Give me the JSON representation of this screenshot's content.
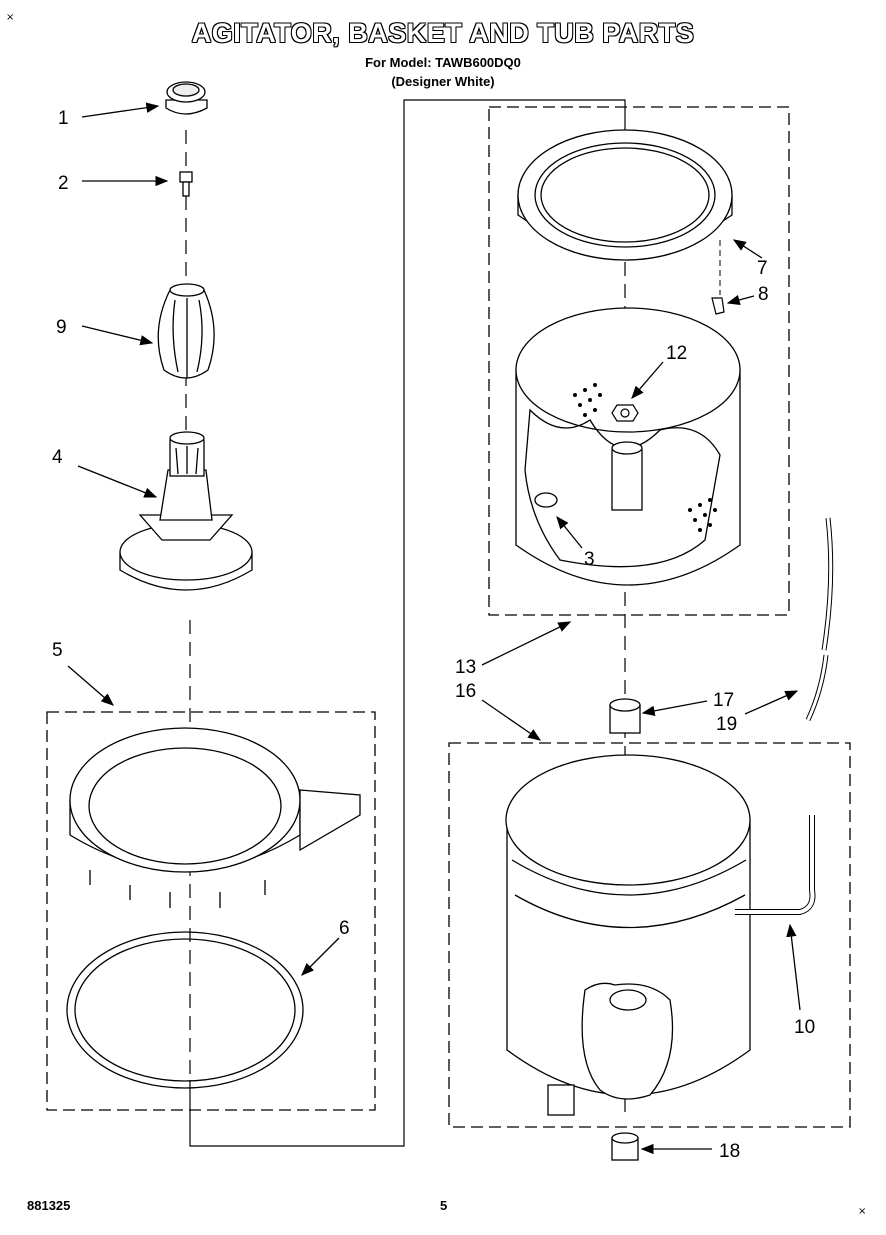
{
  "header": {
    "title": "AGITATOR, BASKET AND TUB PARTS",
    "model_line": "For Model: TAWB600DQ0",
    "variant_line": "(Designer White)"
  },
  "corner_marks": [
    "×",
    "×"
  ],
  "callouts": {
    "n1": "1",
    "n2": "2",
    "n3": "3",
    "n4": "4",
    "n5": "5",
    "n6": "6",
    "n7": "7",
    "n8": "8",
    "n9": "9",
    "n10": "10",
    "n12": "12",
    "n13": "13",
    "n16": "16",
    "n17": "17",
    "n18": "18",
    "n19": "19"
  },
  "footer": {
    "doc_number": "881325",
    "page_number": "5"
  }
}
